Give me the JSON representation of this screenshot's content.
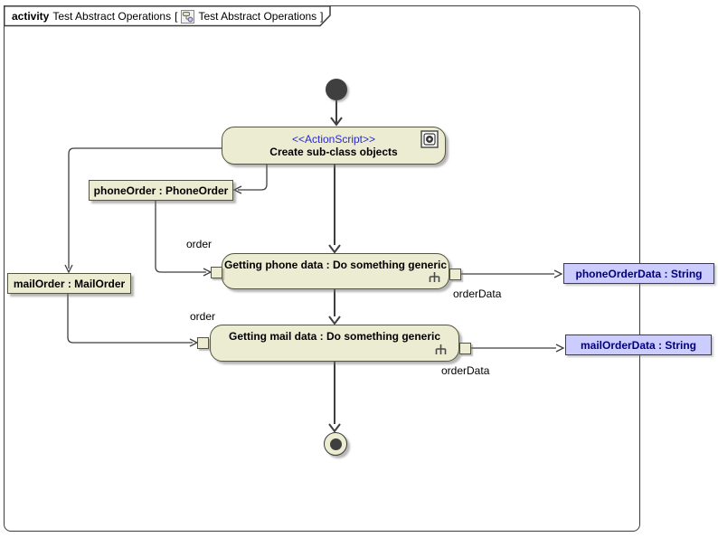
{
  "colors": {
    "action_fill": "#ECECD3",
    "object_fill": "#ECECD3",
    "data_fill": "#CCCCFF",
    "stereotype_text": "#2929CC",
    "data_text": "#00007D",
    "edge": "#3F3F3F",
    "node_border": "#55553F",
    "frame_border": "#3C3C3C"
  },
  "frame": {
    "keyword": "activity",
    "name": "Test Abstract Operations",
    "bracket_open": "[",
    "diagram_name": "Test Abstract Operations",
    "bracket_close": "]"
  },
  "nodes": {
    "create_action": {
      "stereotype": "<<ActionScript>>",
      "name": "Create sub-class objects"
    },
    "phone_order_obj": {
      "label": "phoneOrder : PhoneOrder"
    },
    "mail_order_obj": {
      "label": "mailOrder : MailOrder"
    },
    "phone_action": {
      "name": "Getting phone data : Do something generic",
      "input_pin_label": "order",
      "output_pin_label": "orderData"
    },
    "mail_action": {
      "name": "Getting mail data : Do something generic",
      "input_pin_label": "order",
      "output_pin_label": "orderData"
    },
    "phone_data_obj": {
      "label": "phoneOrderData : String"
    },
    "mail_data_obj": {
      "label": "mailOrderData : String"
    }
  }
}
